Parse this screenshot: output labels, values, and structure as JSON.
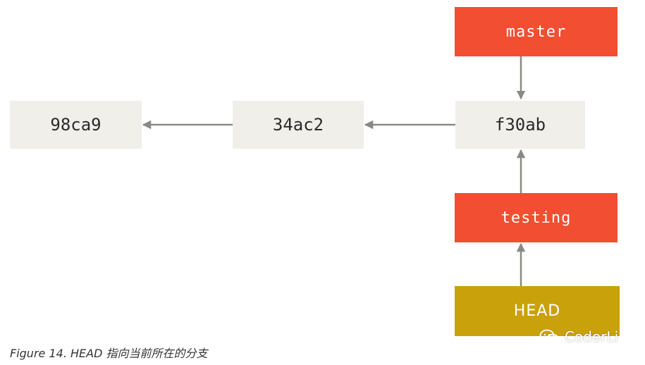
{
  "diagram": {
    "commits": [
      "98ca9",
      "34ac2",
      "f30ab"
    ],
    "branches": {
      "master": "master",
      "testing": "testing"
    },
    "head": "HEAD",
    "colors": {
      "commit_bg": "#f0efe9",
      "branch_bg": "#f14e32",
      "head_bg": "#c9a10a",
      "arrow": "#8a8a84"
    }
  },
  "caption": "Figure 14. HEAD 指向当前所在的分支",
  "watermark": {
    "text": "CoderLi",
    "icon": "wechat-icon"
  }
}
